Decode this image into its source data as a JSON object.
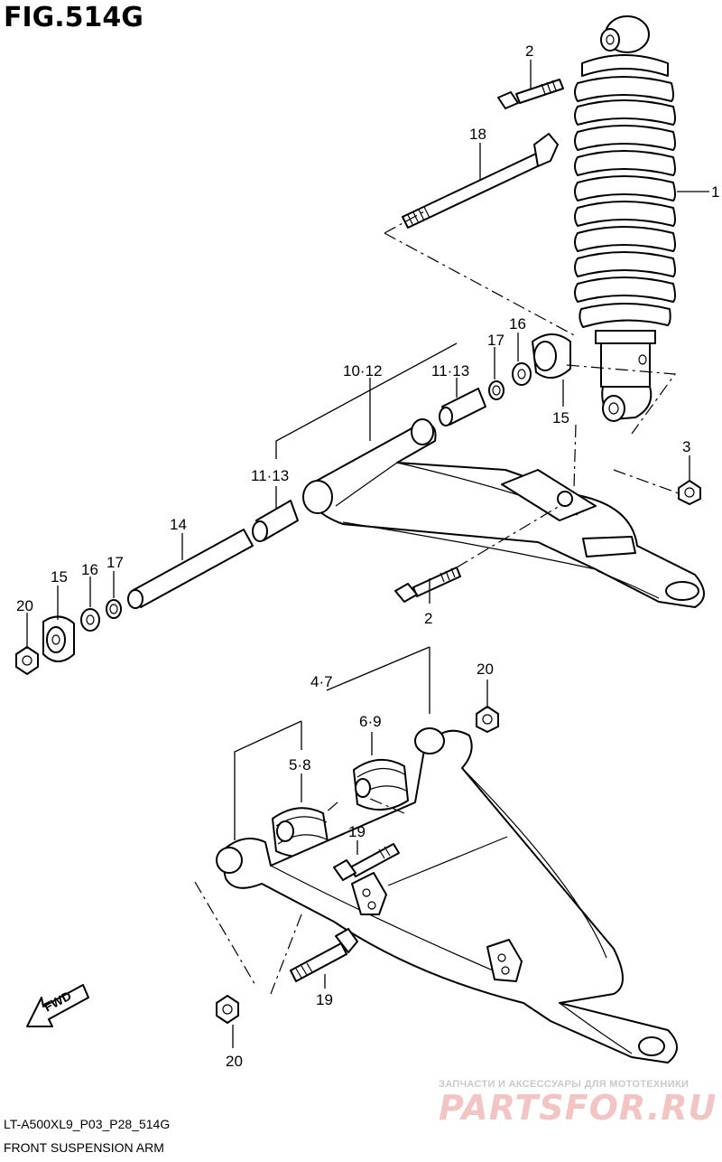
{
  "figure": {
    "title": "FIG.514G",
    "code": "LT-A500XL9_P03_P28_514G",
    "name": "FRONT SUSPENSION ARM"
  },
  "watermark": {
    "tagline": "ЗАПЧАСТИ И АКСЕССУАРЫ ДЛЯ МОТОТЕХНИКИ",
    "brand": "PARTSFOR.RU"
  },
  "direction_arrow": "FWD",
  "callouts": {
    "c1": "1",
    "c2a": "2",
    "c18": "18",
    "c16a": "16",
    "c17a": "17",
    "c15a": "15",
    "c10_12": "10·12",
    "c11_13a": "11·13",
    "c11_13b": "11·13",
    "c3": "3",
    "c14": "14",
    "c15b": "15",
    "c16b": "16",
    "c17b": "17",
    "c20a": "20",
    "c2b": "2",
    "c4_7": "4·7",
    "c20b": "20",
    "c6_9": "6·9",
    "c5_8": "5·8",
    "c19a": "19",
    "c19b": "19",
    "c20c": "20"
  },
  "colors": {
    "line": "#000000",
    "background": "#ffffff",
    "watermark_brand": "#f2c4c4",
    "watermark_tagline": "#c9c9c9"
  }
}
